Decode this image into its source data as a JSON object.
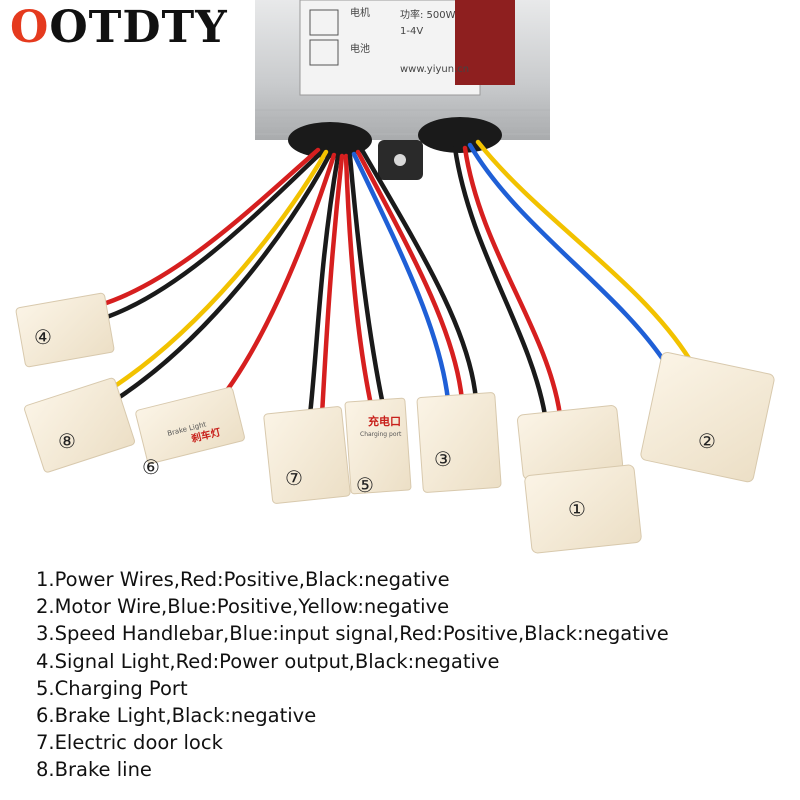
{
  "brand": {
    "first_letter": "O",
    "rest": "OTDTY"
  },
  "controller": {
    "power_rating": "功率: 500W",
    "model": "1-4V",
    "website": "www.yiyun.cn",
    "motor_label": "电机",
    "battery_label": "电池"
  },
  "connectors": {
    "c1": "①",
    "c2": "②",
    "c3": "③",
    "c4": "④",
    "c5": "⑤",
    "c6": "⑥",
    "c7": "⑦",
    "c8": "⑧",
    "brake_light_cn": "刹车灯",
    "brake_light_en": "Brake Light",
    "charging_cn": "充电口",
    "charging_en": "Charging port"
  },
  "legend": [
    "1.Power Wires,Red:Positive,Black:negative",
    "2.Motor Wire,Blue:Positive,Yellow:negative",
    "3.Speed Handlebar,Blue:input signal,Red:Positive,Black:negative",
    "4.Signal Light,Red:Power output,Black:negative",
    "5.Charging Port",
    "6.Brake Light,Black:negative",
    "7.Electric door lock",
    "8.Brake line"
  ],
  "colors": {
    "wire_red": "#d61f1f",
    "wire_black": "#1a1a1a",
    "wire_blue": "#1f5fd6",
    "wire_yellow": "#f2c200",
    "connector": "#f6ecd9",
    "housing": "#c9cbcd"
  }
}
